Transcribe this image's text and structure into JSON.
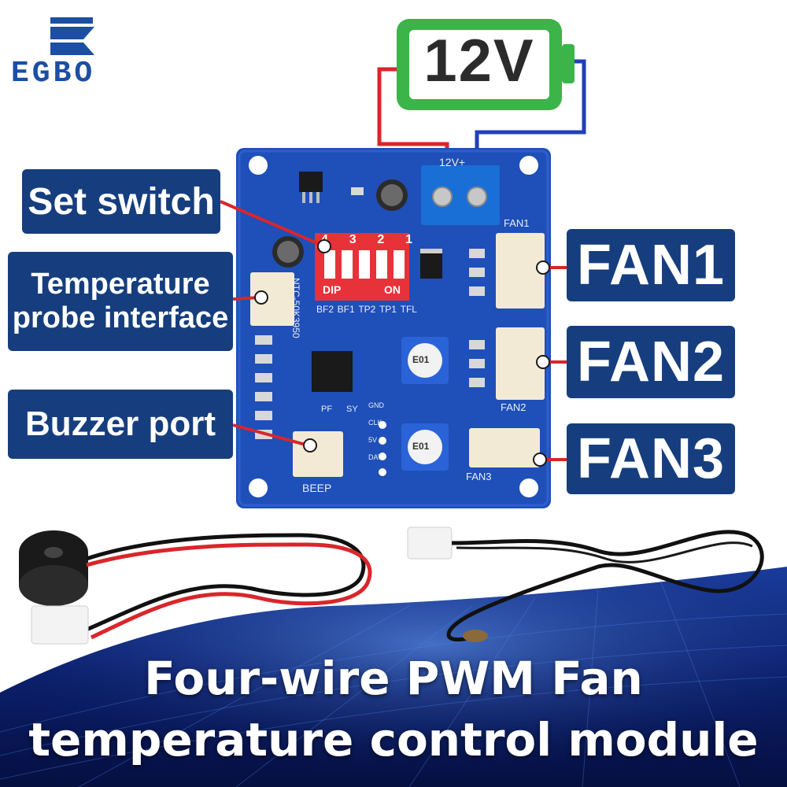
{
  "brand": {
    "name": "EGBO"
  },
  "power": {
    "label": "12V"
  },
  "callouts": {
    "set_switch": "Set switch",
    "temp_probe_line1": "Temperature",
    "temp_probe_line2": "probe interface",
    "buzzer_port": "Buzzer port",
    "fan1": "FAN1",
    "fan2": "FAN2",
    "fan3": "FAN3"
  },
  "board": {
    "terminal_label": "12V+",
    "dip_label": "DIP",
    "on_label": "ON",
    "dip_numbers": [
      "4",
      "3",
      "2",
      "1"
    ],
    "dip_functions": [
      "BF2",
      "BF1",
      "TP2",
      "TP1",
      "TFL"
    ],
    "ntc_label": "NTC-50K3950",
    "beep_label": "BEEP",
    "pf_label": "PF",
    "sy_label": "SY",
    "header_pins": [
      "GND",
      "CLK",
      "5V",
      "DAT"
    ],
    "fan1_silk": "FAN1",
    "fan2_silk": "FAN2",
    "fan3_silk": "FAN3",
    "pot_label": "E01"
  },
  "caption": {
    "line1": "Four-wire PWM Fan",
    "line2": "temperature control module"
  },
  "colors": {
    "label_bg": "#163e7e",
    "pcb_blue": "#1f4fb8",
    "battery_green": "#3cb44a",
    "wire_red": "#d9262b",
    "wire_blue": "#2140b8",
    "dip_red": "#e8323a"
  }
}
